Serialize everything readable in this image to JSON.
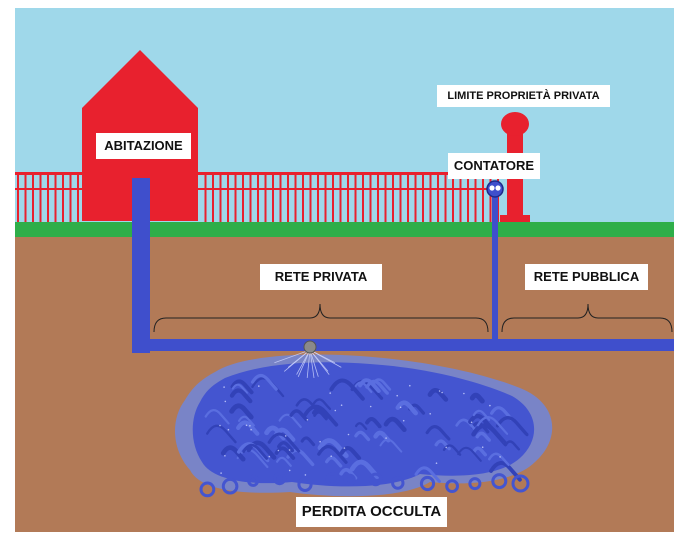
{
  "labels": {
    "house": "ABITAZIONE",
    "property_limit": "LIMITE PROPRIETÀ PRIVATA",
    "meter": "CONTATORE",
    "private_network": "RETE PRIVATA",
    "public_network": "RETE PUBBLICA",
    "hidden_leak": "PERDITA OCCULTA"
  },
  "colors": {
    "sky": "#9fd8ea",
    "soil": "#b27a57",
    "grass": "#2eae49",
    "house": "#e8212e",
    "fence": "#e8212e",
    "pipe": "#3f4fcc",
    "leak": "#4455d0",
    "leak_halo": "#6e86db",
    "valve": "#8a8a8a"
  },
  "icons": {
    "meter": "water-meter-icon",
    "leak_source": "valve-icon",
    "hydrant": "hydrant-icon"
  }
}
